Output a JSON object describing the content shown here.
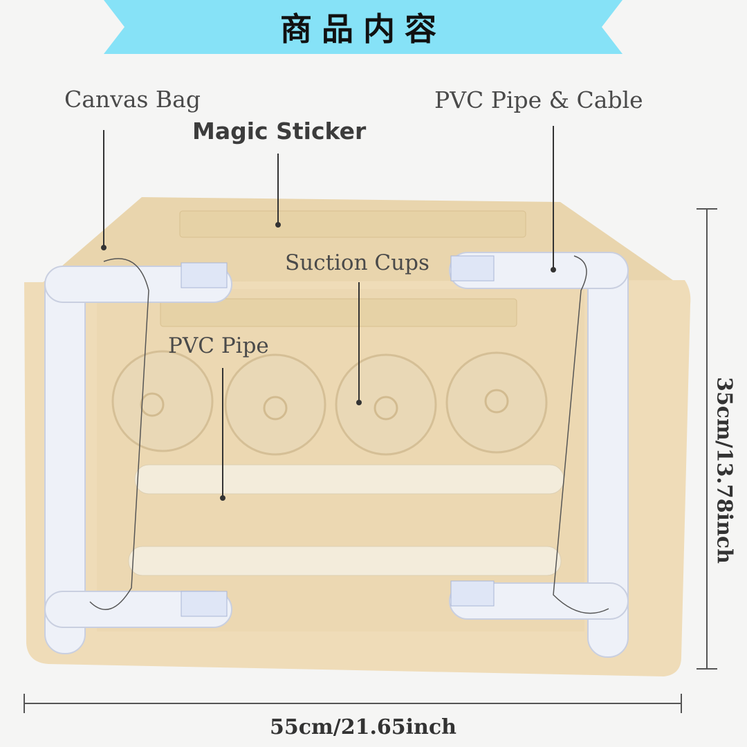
{
  "banner": {
    "title": "商品内容",
    "color": "#86e2f7"
  },
  "labels": {
    "canvas_bag": "Canvas Bag",
    "magic_sticker": "Magic Sticker",
    "pvc_pipe_cable": "PVC Pipe & Cable",
    "suction_cups": "Suction Cups",
    "pvc_pipe": "PVC Pipe"
  },
  "dimensions": {
    "height": "35cm/13.78inch",
    "width": "55cm/21.65inch"
  },
  "colors": {
    "canvas": "#efdcb8",
    "canvas_dark": "#e4cfa6",
    "sticker": "#e6d2a6",
    "pipe": "#eef1f8",
    "pipe_edge": "#c9cfe0"
  }
}
